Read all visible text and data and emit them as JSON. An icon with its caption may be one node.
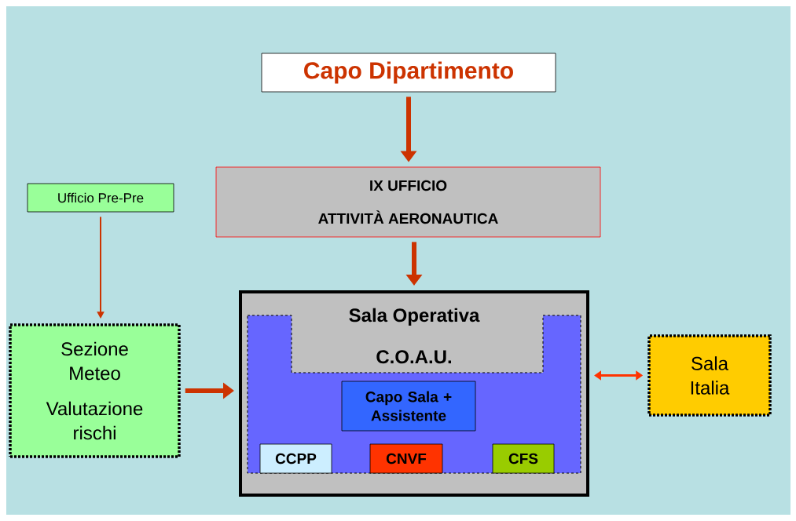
{
  "diagram": {
    "nodes": [
      {
        "text": [
          "Capo Dipartimento"
        ]
      },
      {
        "text": [
          "IX UFFICIO",
          "ATTIVITÀ AERONAUTICA"
        ]
      },
      {
        "text": [
          "Ufficio Pre-Pre"
        ]
      },
      {
        "text": [
          "Sezione Meteo",
          "Valutazione rischi"
        ]
      },
      {
        "text": [
          "Sala Operativa",
          "C.O.A.U."
        ]
      },
      {
        "text": [
          "Capo Sala + Assistente"
        ],
        "in": 4
      },
      {
        "text": [
          "CCPP"
        ],
        "in": 4
      },
      {
        "text": [
          "CNVF"
        ],
        "in": 4
      },
      {
        "text": [
          "CFS"
        ],
        "in": 4
      },
      {
        "text": [
          "Sala Italia"
        ]
      }
    ],
    "edges": [
      {
        "from": 0,
        "to": 1,
        "arrow": "to"
      },
      {
        "from": 1,
        "to": 4,
        "arrow": "to"
      },
      {
        "from": 2,
        "to": 3,
        "arrow": "to"
      },
      {
        "from": 3,
        "to": 4,
        "arrow": "to"
      },
      {
        "from": 4,
        "to": 9,
        "arrow": "both"
      }
    ]
  }
}
